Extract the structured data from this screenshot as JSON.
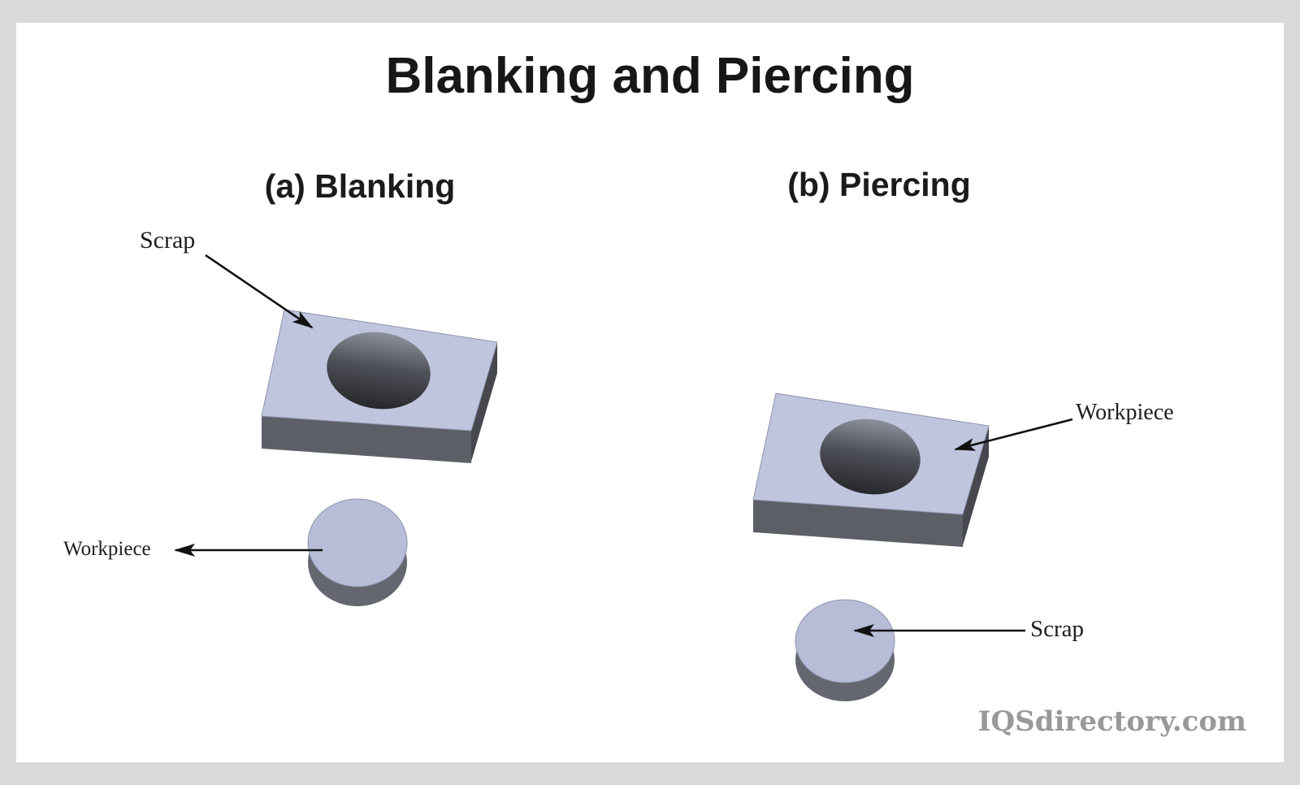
{
  "title": "Blanking and Piercing",
  "watermark": "IQSdirectory.com",
  "panel_a": {
    "caption": "(a) Blanking",
    "scrap_label": "Scrap",
    "workpiece_label": "Workpiece"
  },
  "panel_b": {
    "caption": "(b) Piercing",
    "workpiece_label": "Workpiece",
    "scrap_label": "Scrap"
  },
  "colors": {
    "background": "#d9d9d9",
    "canvas": "#ffffff",
    "plate_top": "#bfc5dd",
    "plate_front": "#5c5f66",
    "plate_right": "#46484e",
    "disc_top": "#b7bdd7",
    "disc_side": "#64676f",
    "arrow": "#111111",
    "title_text": "#171717",
    "label_text": "#1e1e1e",
    "watermark_text": "#999999"
  }
}
